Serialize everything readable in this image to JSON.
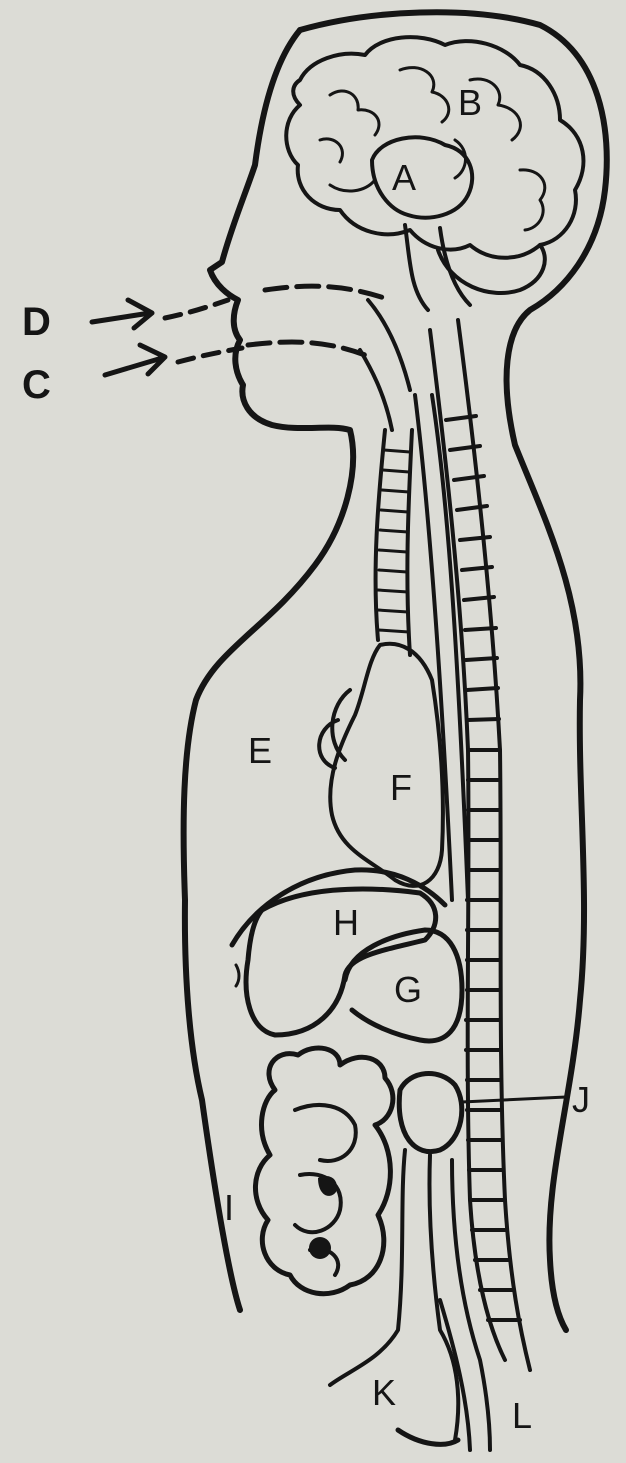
{
  "diagram": {
    "labels": {
      "A": "A",
      "B": "B",
      "C": "C",
      "D": "D",
      "E": "E",
      "F": "F",
      "G": "G",
      "H": "H",
      "I": "I",
      "J": "J",
      "K": "K",
      "L": "L"
    }
  },
  "colors": {
    "background": "#dcdcd6",
    "ink": "#151515"
  }
}
